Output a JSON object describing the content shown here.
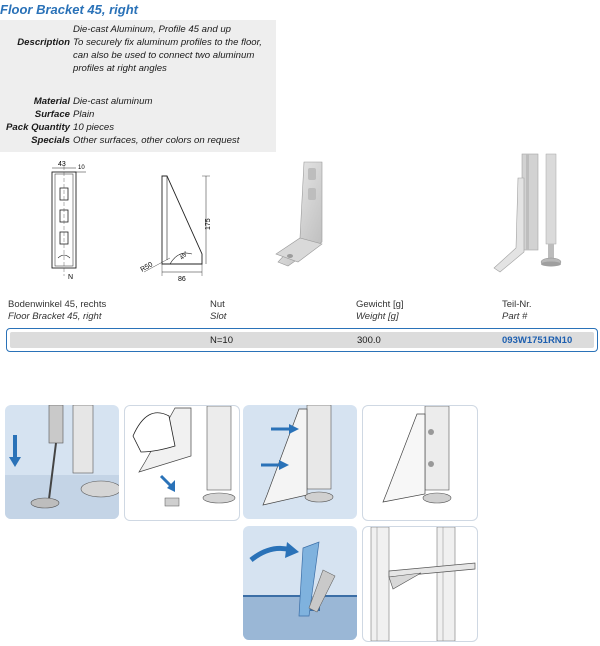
{
  "title": "Floor Bracket 45, right",
  "specs": [
    {
      "key": "",
      "value": "Die-cast Aluminum, Profile 45 and up"
    },
    {
      "key": "Description",
      "value": "To securely fix aluminum profiles to the floor,"
    },
    {
      "key": "",
      "value": "can also be used to connect two aluminum"
    },
    {
      "key": "",
      "value": "profiles at right angles"
    },
    {
      "key": "Material",
      "value": "Die-cast aluminum"
    },
    {
      "key": "Surface",
      "value": "Plain"
    },
    {
      "key": "Pack Quantity",
      "value": "10 pieces"
    },
    {
      "key": "Specials",
      "value": "Other surfaces, other colors on request"
    }
  ],
  "drawing1": {
    "dim_top": "43",
    "dim_side": "10",
    "label_n": "N"
  },
  "drawing2": {
    "dim_height": "175",
    "dim_width": "86",
    "dim_radius": "R50",
    "dim_angle": "45°"
  },
  "table": {
    "headers": [
      {
        "de": "Bodenwinkel 45, rechts",
        "en": "Floor Bracket 45, right"
      },
      {
        "de": "Nut",
        "en": "Slot"
      },
      {
        "de": "Gewicht [g]",
        "en": "Weight [g]"
      },
      {
        "de": "Teil-Nr.",
        "en": "Part #"
      }
    ],
    "row": {
      "slot": "N=10",
      "weight": "300.0",
      "part": "093W1751RN10"
    }
  },
  "colors": {
    "accent": "#2a72b8",
    "panel_blue": "#d6e3f1",
    "spec_bg": "#eeeeee"
  }
}
